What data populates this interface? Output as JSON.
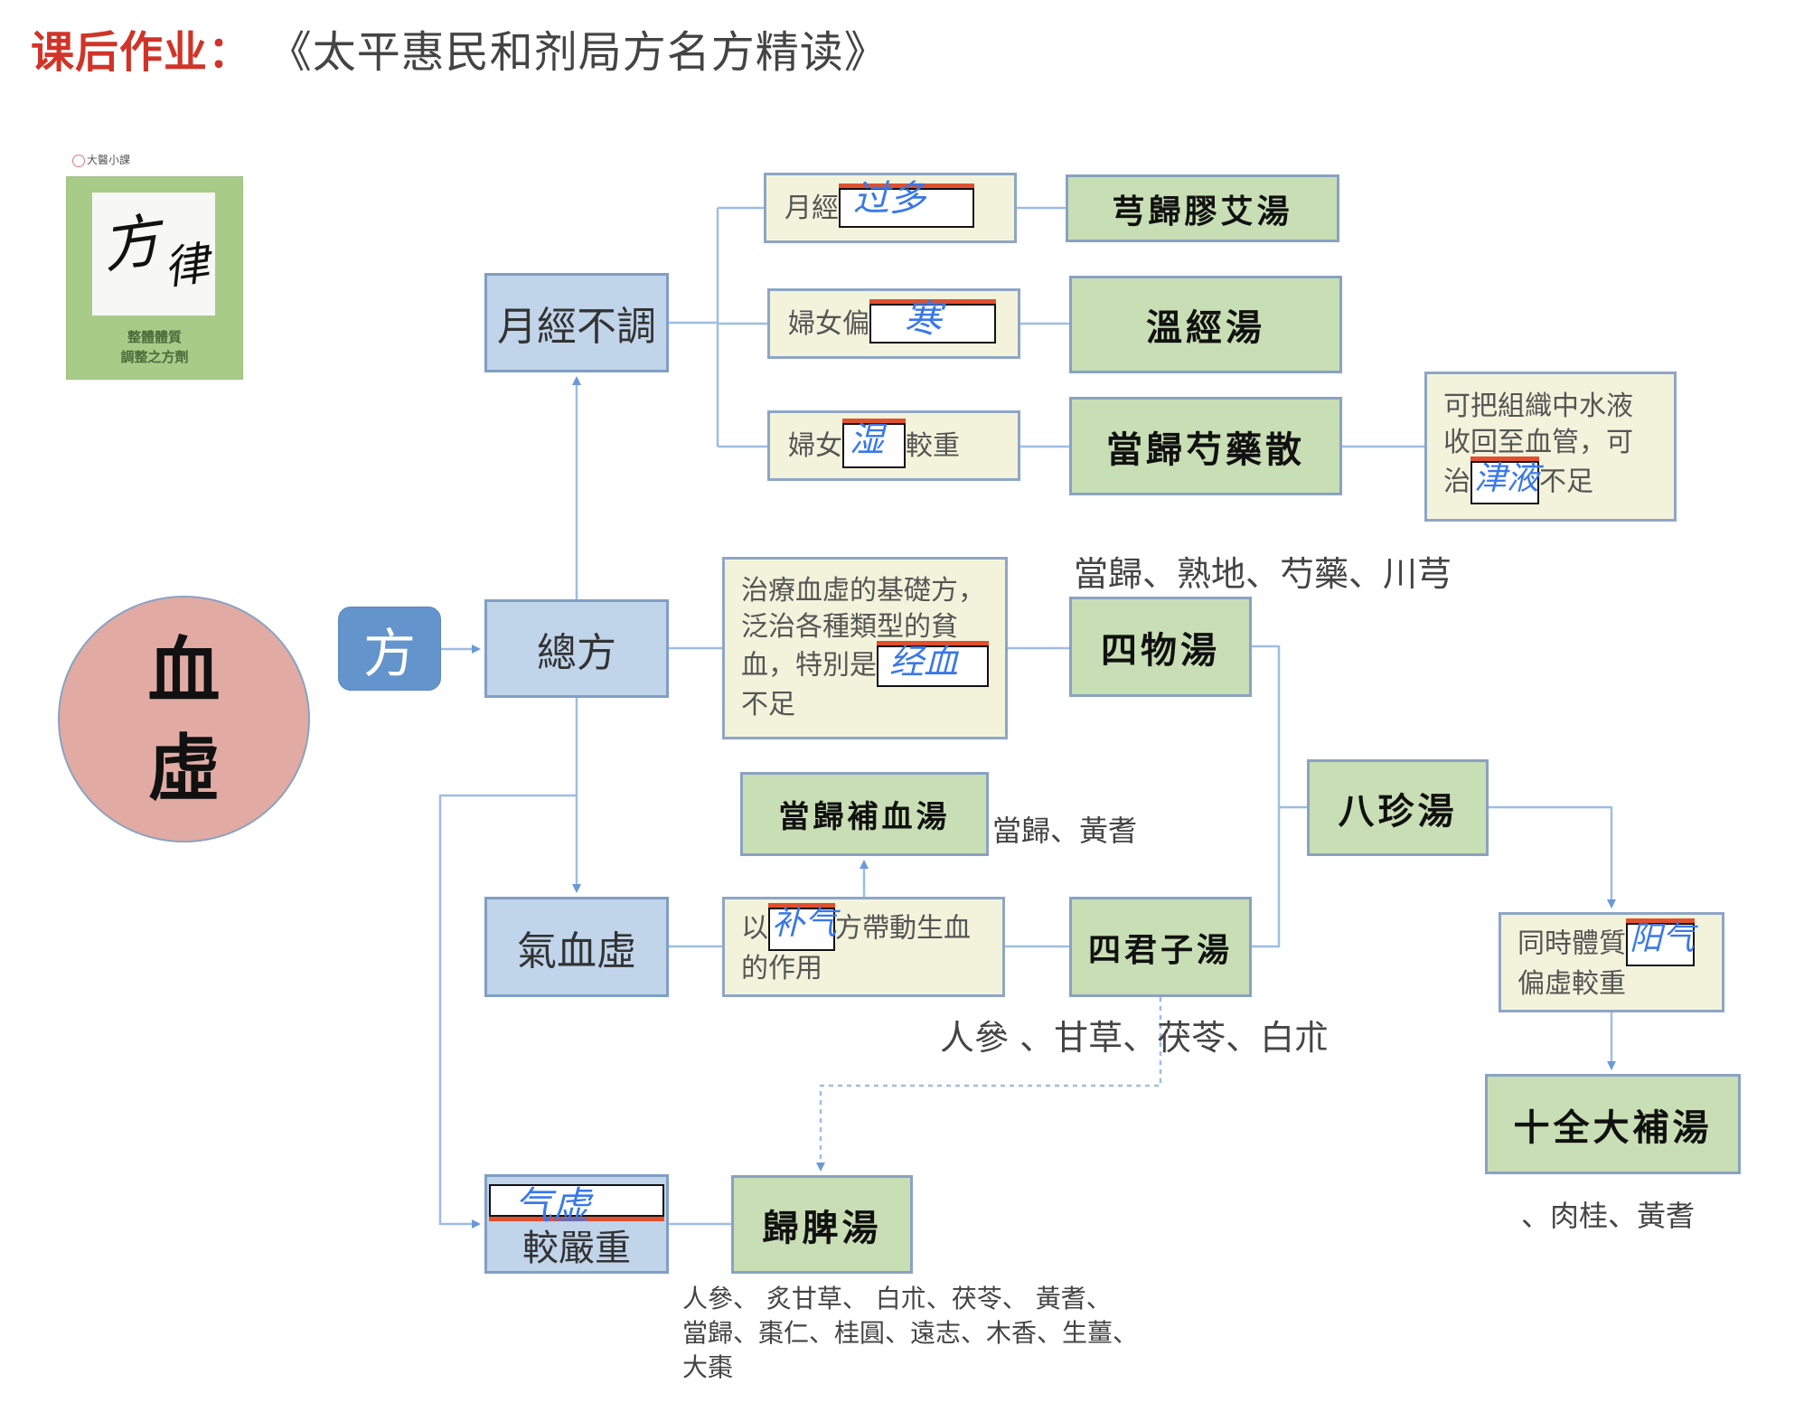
{
  "header": {
    "highlight": "课后作业",
    "separator": "：",
    "title": "《太平惠民和剂局方名方精读》"
  },
  "logo": {
    "caption": "大醫小課",
    "calligraphy": [
      "方",
      "律"
    ],
    "subtitle_lines": [
      "整體體質",
      "調整之方劑"
    ]
  },
  "root": {
    "lines": [
      "血",
      "虛"
    ]
  },
  "fang_button": "方",
  "categories": {
    "irregular": "月經不調",
    "general": "總方",
    "qi_blood": "氣血虛",
    "qi_severe_suffix": "較嚴重"
  },
  "conditions": {
    "heavy_period": {
      "prefix": "月經",
      "handwritten": "过多",
      "suffix": ""
    },
    "cold": {
      "prefix": "婦女偏",
      "handwritten": "寒",
      "suffix": ""
    },
    "damp": {
      "prefix": "婦女",
      "handwritten": "湿",
      "suffix": "較重"
    },
    "fluid_note": {
      "line1": "可把組織中水液",
      "line2": "收回至血管，可",
      "prefix3": "治",
      "handwritten": "津液",
      "suffix3": "不足"
    },
    "basic": {
      "line1": "治療血虛的基礎方，",
      "line2": "泛治各種類型的貧",
      "prefix3": "血，特別是",
      "handwritten": "经血",
      "line4": "不足"
    },
    "tonify_qi": {
      "prefix": "以",
      "handwritten": "补气",
      "suffix": "方帶動生血",
      "line2": "的作用"
    },
    "constitution": {
      "prefix": "同時體質",
      "handwritten": "阳气",
      "line2": "偏虛較重"
    },
    "qi_severe_handwritten": "气虚"
  },
  "formulas": {
    "xiong_gui_jiao_ai": "芎歸膠艾湯",
    "wen_jing": "溫經湯",
    "dang_gui_shao_yao": "當歸芍藥散",
    "si_wu": "四物湯",
    "ba_zhen": "八珍湯",
    "dang_gui_bu_xue": "當歸補血湯",
    "si_jun_zi": "四君子湯",
    "shi_quan_da_bu": "十全大補湯",
    "gui_pi": "歸脾湯"
  },
  "ingredients": {
    "si_wu": "當歸、熟地、芍藥、川芎",
    "dang_gui_bu_xue": "當歸、黃耆",
    "si_jun_zi": "人參 、甘草、茯苓、白朮",
    "shi_quan_da_bu": "、肉桂、黃耆",
    "gui_pi_lines": [
      "人參、 炙甘草、 白朮、茯苓、 黃耆、",
      "當歸、棗仁、桂圓、遠志、木香、生薑、",
      "大棗"
    ]
  },
  "colors": {
    "title_highlight": "#d03428",
    "category_fill": "#c0d4ea",
    "note_fill": "#f3f3dc",
    "formula_fill": "#c8deb4",
    "root_fill": "#e1aba3",
    "connector": "#8eb0dc",
    "handwriting": "#3a78e8",
    "blank_underline": "#e0502e"
  }
}
